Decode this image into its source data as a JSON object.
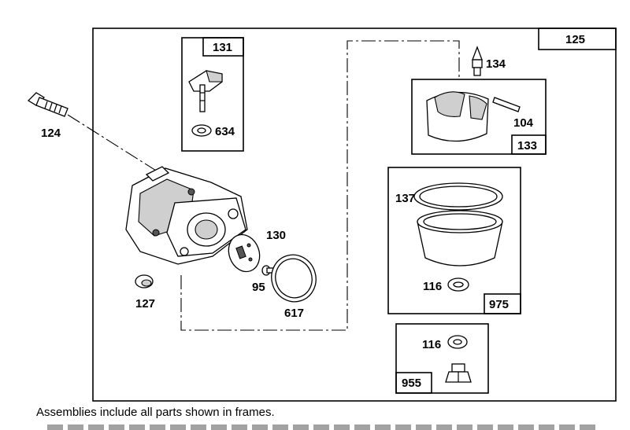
{
  "caption": "Assemblies include all parts shown in frames.",
  "parts": {
    "frame_main": "125",
    "frame_choke_lever": "131",
    "seal_634": "634",
    "bolt": "124",
    "needle": "134",
    "frame_float": "133",
    "pin": "104",
    "ring_137": "137",
    "washer_116_a": "116",
    "frame_bowl": "975",
    "washer_116_b": "116",
    "frame_bowl_nut": "955",
    "plug": "127",
    "diaphragm": "130",
    "screw": "95",
    "gasket": "617"
  }
}
